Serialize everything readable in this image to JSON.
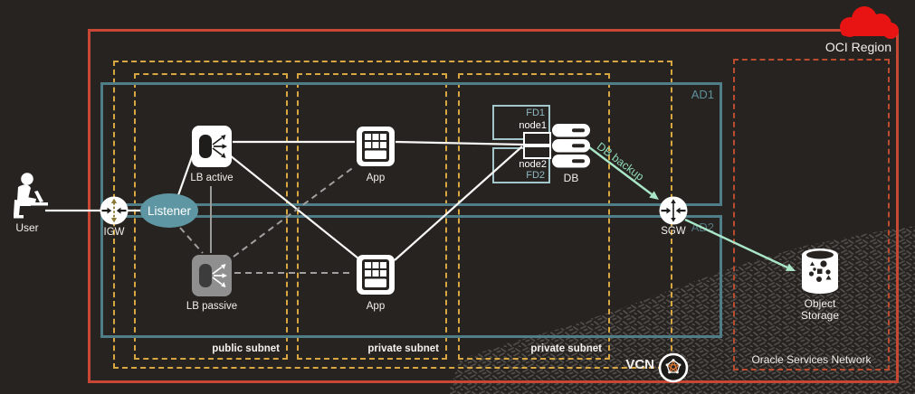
{
  "diagram_title": "OCI Region",
  "region": {
    "label": "OCI Region"
  },
  "vcn": {
    "label": "VCN"
  },
  "subnets": [
    {
      "label": "public subnet"
    },
    {
      "label": "private subnet"
    },
    {
      "label": "private subnet"
    }
  ],
  "ads": [
    {
      "label": "AD1"
    },
    {
      "label": "AD2"
    }
  ],
  "osn": {
    "label": "Oracle Services Network"
  },
  "nodes": {
    "user": {
      "label": "User"
    },
    "igw": {
      "label": "IGW"
    },
    "listener": {
      "label": "Listener"
    },
    "lb_active": {
      "label": "LB active"
    },
    "lb_passive": {
      "label": "LB passive"
    },
    "app1": {
      "label": "App"
    },
    "app2": {
      "label": "App"
    },
    "fd1": {
      "label": "FD1"
    },
    "fd2": {
      "label": "FD2"
    },
    "node1": {
      "label": "node1"
    },
    "node2": {
      "label": "node2"
    },
    "db": {
      "label": "DB"
    },
    "sgw": {
      "label": "SGW"
    },
    "object_storage": {
      "label": "Object Storage",
      "line1": "Object",
      "line2": "Storage"
    }
  },
  "edges": [
    {
      "from": "User",
      "to": "IGW",
      "style": "solid-white"
    },
    {
      "from": "IGW",
      "to": "Listener",
      "style": "solid-white"
    },
    {
      "from": "Listener",
      "to": "LB active",
      "style": "solid-white"
    },
    {
      "from": "Listener",
      "to": "LB passive",
      "style": "dashed-gray"
    },
    {
      "from": "LB active",
      "to": "LB passive",
      "style": "solid-gray"
    },
    {
      "from": "LB active",
      "to": "App (AD1)",
      "style": "solid-white"
    },
    {
      "from": "LB active",
      "to": "App (AD2)",
      "style": "solid-white"
    },
    {
      "from": "LB passive",
      "to": "App (AD1)",
      "style": "dashed-gray"
    },
    {
      "from": "LB passive",
      "to": "App (AD2)",
      "style": "dashed-gray"
    },
    {
      "from": "App (AD1)",
      "to": "node1",
      "style": "solid-white"
    },
    {
      "from": "App (AD2)",
      "to": "node2",
      "style": "solid-white"
    },
    {
      "from": "DB",
      "to": "SGW",
      "style": "arrow-mint",
      "label": "DB backup"
    },
    {
      "from": "SGW",
      "to": "Object Storage",
      "style": "arrow-mint"
    }
  ],
  "edge_labels": {
    "db_backup": "DB backup"
  },
  "colors": {
    "background": "#272320",
    "region_border": "#c74634",
    "cloud_red": "#e81414",
    "vcn_dash_yellow": "#d9a741",
    "ad_teal": "#4f7e88",
    "osn_red": "#bb4c30",
    "listener_fill": "#5e97a3",
    "fd_border": "#a3c6cb",
    "mint_arrow": "#a9e7c8",
    "connector_white": "#f7f7f5",
    "connector_gray": "#a0a09e",
    "lb_passive_gray": "#8f8f8f"
  }
}
